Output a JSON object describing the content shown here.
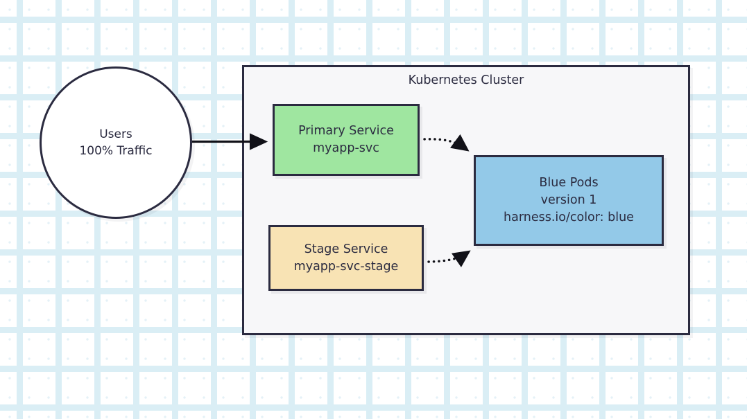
{
  "diagram": {
    "title_visible": false,
    "background": {
      "color": "#ffffff",
      "grid_dot_color": "#e4f1f7",
      "grid_plus_color": "#daeef5"
    },
    "palette": {
      "stroke": "#2b2b40",
      "text": "#2b2b40",
      "cluster_fill": "#f7f7f9",
      "primary_service_fill": "#9fe6a0",
      "stage_service_fill": "#f8e3b4",
      "blue_pods_fill": "#93c9e8",
      "users_fill": "#ffffff"
    }
  },
  "cluster": {
    "label": "Kubernetes Cluster"
  },
  "nodes": {
    "users": {
      "name": "Users",
      "lines": [
        "Users",
        "100% Traffic"
      ],
      "shape": "circle"
    },
    "primary_service": {
      "name": "Primary Service",
      "lines": [
        "Primary Service",
        "myapp-svc"
      ],
      "shape": "rect"
    },
    "stage_service": {
      "name": "Stage Service",
      "lines": [
        "Stage Service",
        "myapp-svc-stage"
      ],
      "shape": "rect"
    },
    "blue_pods": {
      "name": "Blue Pods",
      "lines": [
        "Blue Pods",
        "version 1",
        "harness.io/color: blue"
      ],
      "shape": "rect"
    }
  },
  "edges": [
    {
      "id": "users-to-primary",
      "from": "users",
      "to": "primary_service",
      "style": "solid",
      "arrowhead": "filled-triangle",
      "label": ""
    },
    {
      "id": "primary-to-blue-pods",
      "from": "primary_service",
      "to": "blue_pods",
      "style": "dotted",
      "arrowhead": "filled-triangle",
      "label": ""
    },
    {
      "id": "stage-to-blue-pods",
      "from": "stage_service",
      "to": "blue_pods",
      "style": "dotted",
      "arrowhead": "filled-triangle",
      "label": ""
    }
  ]
}
